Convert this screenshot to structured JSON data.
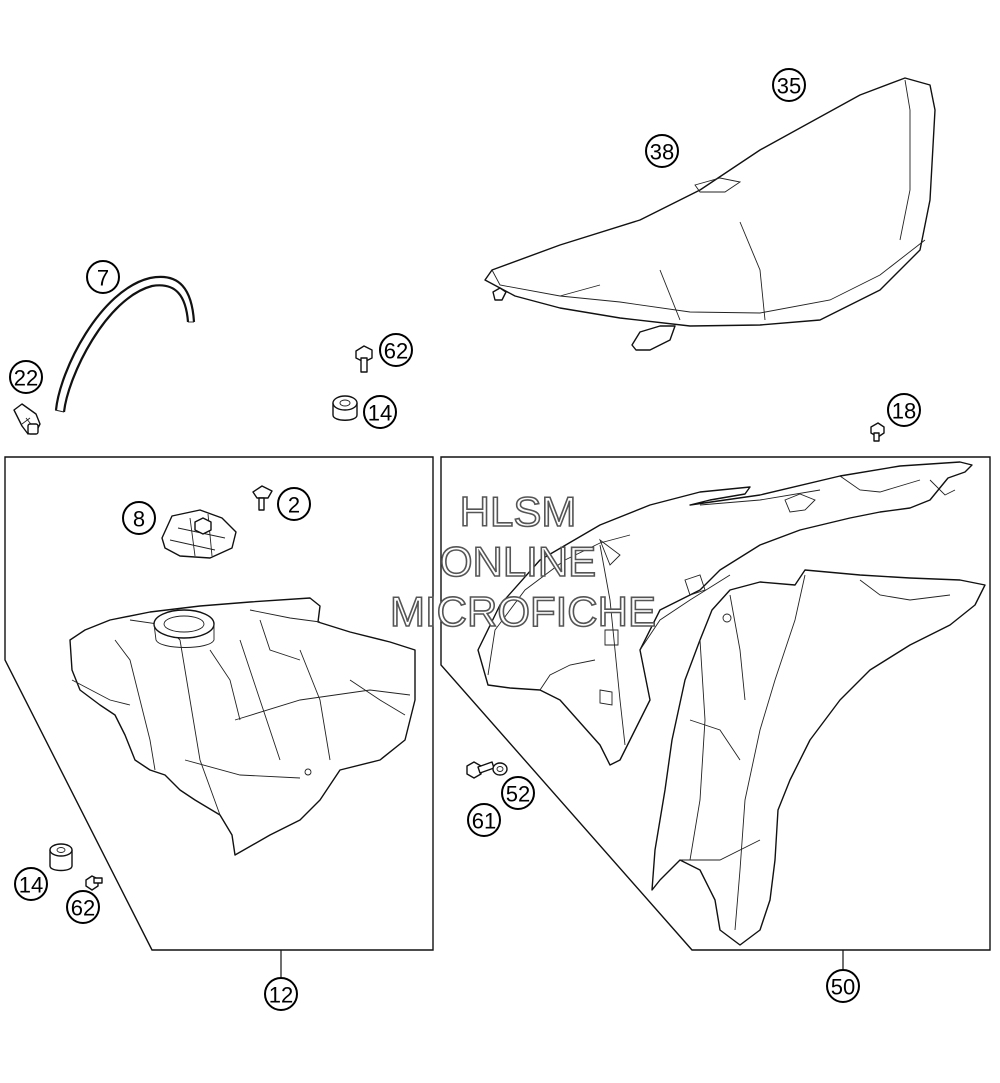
{
  "watermark": {
    "line1": "HLSM",
    "line2": "ONLINE",
    "line3": "MICROFICHE"
  },
  "callouts": {
    "c35": "35",
    "c38": "38",
    "c7": "7",
    "c22": "22",
    "c62_top": "62",
    "c14_top": "14",
    "c18": "18",
    "c8": "8",
    "c2": "2",
    "c14_bottom": "14",
    "c62_bottom": "62",
    "c12": "12",
    "c52": "52",
    "c61": "61",
    "c50": "50"
  }
}
